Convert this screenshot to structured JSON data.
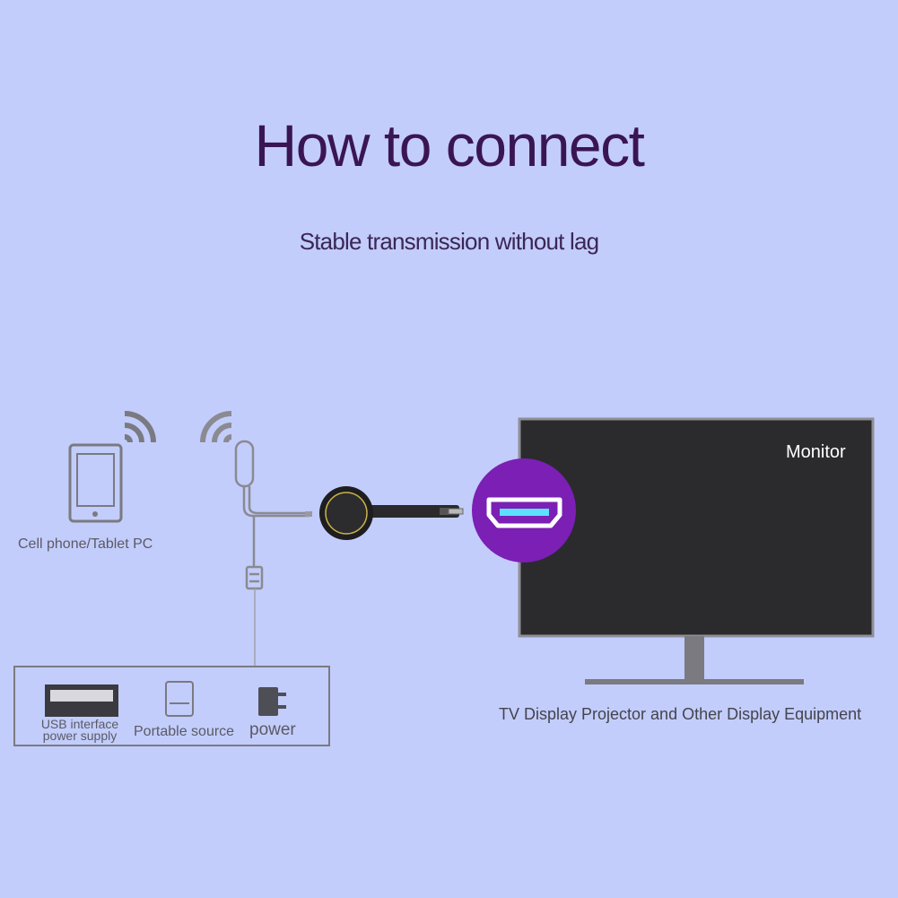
{
  "title": "How to connect",
  "subtitle": "Stable transmission without lag",
  "labels": {
    "phone": "Cell phone/Tablet PC",
    "monitor": "Monitor",
    "tv": "TV Display Projector and Other Display Equipment",
    "usb_line1": "USB interface",
    "usb_line2": "power supply",
    "portable": "Portable source",
    "power": "power"
  },
  "colors": {
    "background": "#c3cdfb",
    "title": "#3a1554",
    "hdmi_badge": "#7b1fb5",
    "screen": "#2b2b2d",
    "icon_gray": "#7a7a82"
  },
  "icons": [
    "tablet-icon",
    "wifi-icon",
    "dongle-icon",
    "hdmi-icon",
    "monitor-icon",
    "usb-port-icon",
    "portable-source-icon",
    "power-plug-icon"
  ]
}
